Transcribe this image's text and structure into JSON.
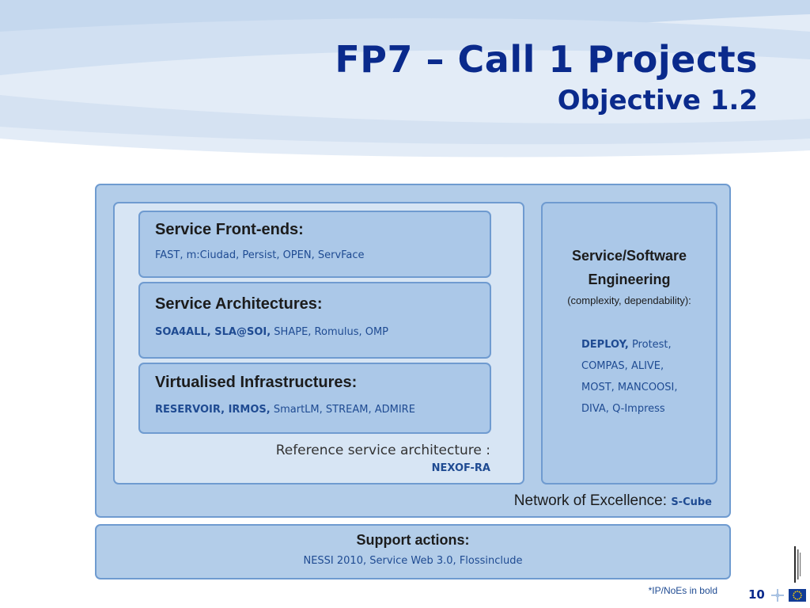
{
  "header": {
    "title": "FP7 – Call 1 Projects",
    "subtitle": "Objective 1.2"
  },
  "diagram": {
    "service_frontends": {
      "heading": "Service Front-ends:",
      "projects": "FAST, m:Ciudad, Persist, OPEN, ServFace"
    },
    "service_architectures": {
      "heading": "Service Architectures:",
      "bold_projects": "SOA4ALL, SLA@SOI,",
      "projects": " SHAPE, Romulus, OMP"
    },
    "virtualised_infrastructures": {
      "heading": "Virtualised Infrastructures:",
      "bold_projects": "RESERVOIR, IRMOS,",
      "projects": " SmartLM, STREAM, ADMIRE"
    },
    "reference_architecture": {
      "label": "Reference service architecture :",
      "project": "NEXOF-RA"
    },
    "network_of_excellence": {
      "label": "Network of Excellence: ",
      "project": "S-Cube"
    },
    "software_engineering": {
      "heading_line1": "Service/Software",
      "heading_line2": "Engineering",
      "subheading": "(complexity, dependability):",
      "bold_project": "DEPLOY,",
      "line1": " Protest,",
      "line2": "COMPAS, ALIVE,",
      "line3": "MOST, MANCOOSI,",
      "line4": "DIVA, Q-Impress"
    },
    "support_actions": {
      "heading": "Support actions:",
      "projects": "NESSI 2010, Service Web 3.0, Flossinclude"
    }
  },
  "footer": {
    "note": "*IP/NoEs in bold",
    "page_number": "10"
  },
  "colors": {
    "title": "#0a2a8c",
    "accent_text": "#1f4b92",
    "box_fill": "#abc8e8",
    "box_border": "#6f9bd0",
    "inner_fill": "#d7e5f4"
  },
  "icons": [
    "eu-flag-icon",
    "ornament-cross-icon"
  ]
}
